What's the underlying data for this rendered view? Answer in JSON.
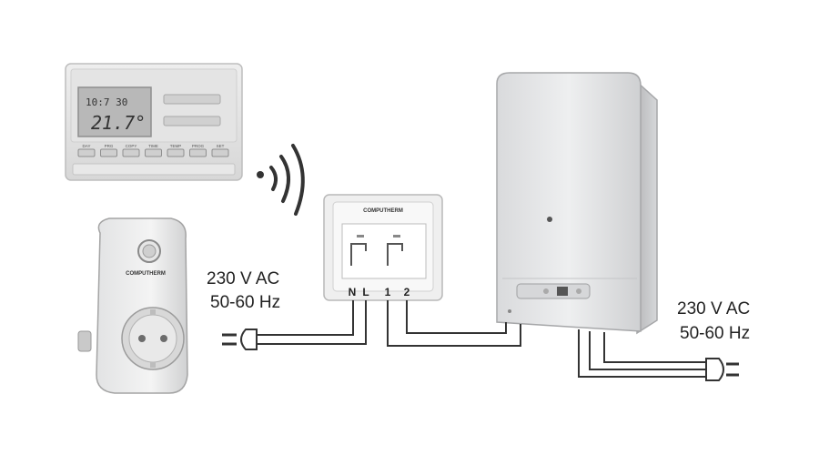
{
  "thermostat": {
    "display_time": "10:7 30",
    "display_temp": "21.7°",
    "buttons": [
      "DAY",
      "PRG",
      "COPY",
      "TIME",
      "TEMP",
      "PROG",
      "SET"
    ]
  },
  "receiver": {
    "brand": "COMPUTHERM",
    "terminals": [
      "N",
      "L",
      "1",
      "2"
    ]
  },
  "plug_adapter": {
    "brand": "COMPUTHERM"
  },
  "power_left": {
    "voltage": "230 V AC",
    "frequency": "50-60 Hz"
  },
  "power_right": {
    "voltage": "230 V AC",
    "frequency": "50-60 Hz"
  }
}
